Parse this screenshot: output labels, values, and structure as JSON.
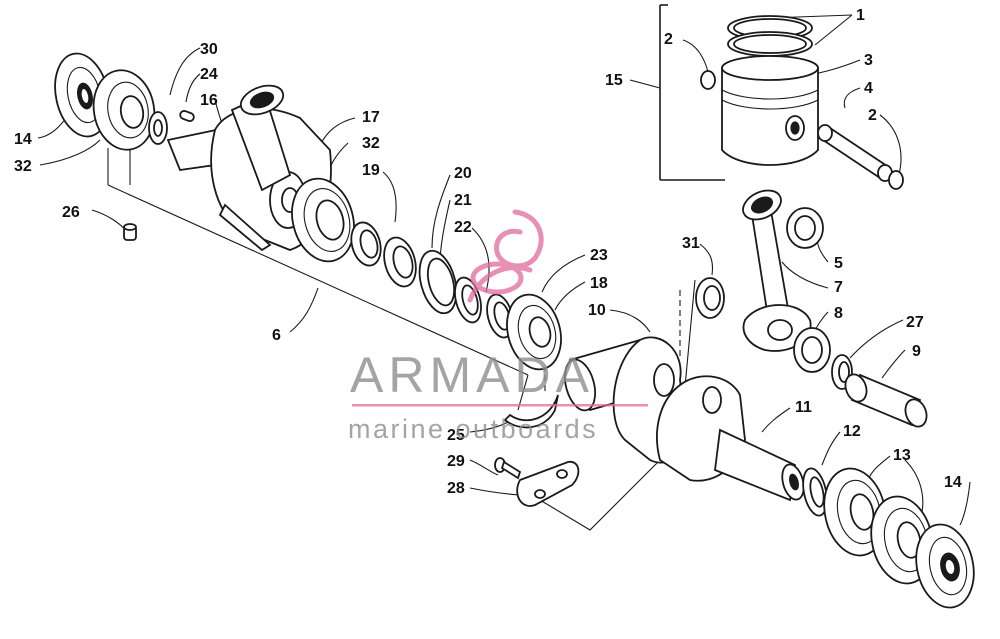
{
  "labels": {
    "l1": "1",
    "l2a": "2",
    "l2b": "2",
    "l3": "3",
    "l4": "4",
    "l5": "5",
    "l6": "6",
    "l7": "7",
    "l8": "8",
    "l9": "9",
    "l10": "10",
    "l11": "11",
    "l12": "12",
    "l13": "13",
    "l14a": "14",
    "l14b": "14",
    "l15": "15",
    "l16": "16",
    "l17": "17",
    "l18": "18",
    "l19": "19",
    "l20": "20",
    "l21": "21",
    "l22": "22",
    "l23": "23",
    "l24": "24",
    "l25": "25",
    "l26": "26",
    "l27": "27",
    "l28": "28",
    "l29": "29",
    "l30": "30",
    "l31": "31",
    "l32a": "32",
    "l32b": "32"
  },
  "watermark": {
    "title": "ARMADA",
    "subtitle": "marine outboards",
    "accent_color": "#e06b9a",
    "text_color": "#8e8e8e"
  }
}
